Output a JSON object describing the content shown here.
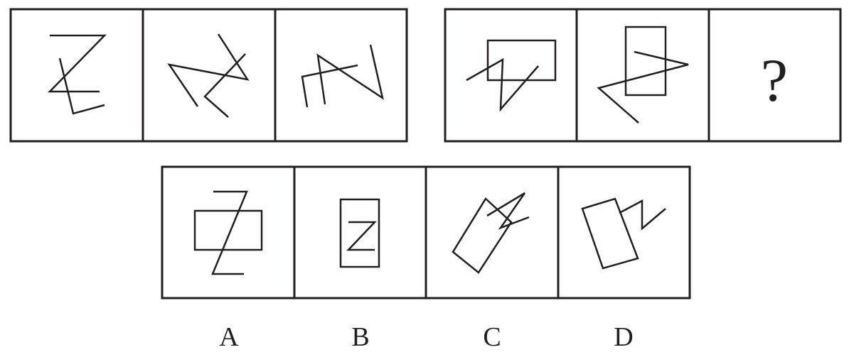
{
  "question": {
    "mark": "?"
  },
  "options": [
    {
      "label": "A"
    },
    {
      "label": "B"
    },
    {
      "label": "C"
    },
    {
      "label": "D"
    }
  ],
  "colors": {
    "line": "#231f20",
    "background": "#ffffff"
  }
}
